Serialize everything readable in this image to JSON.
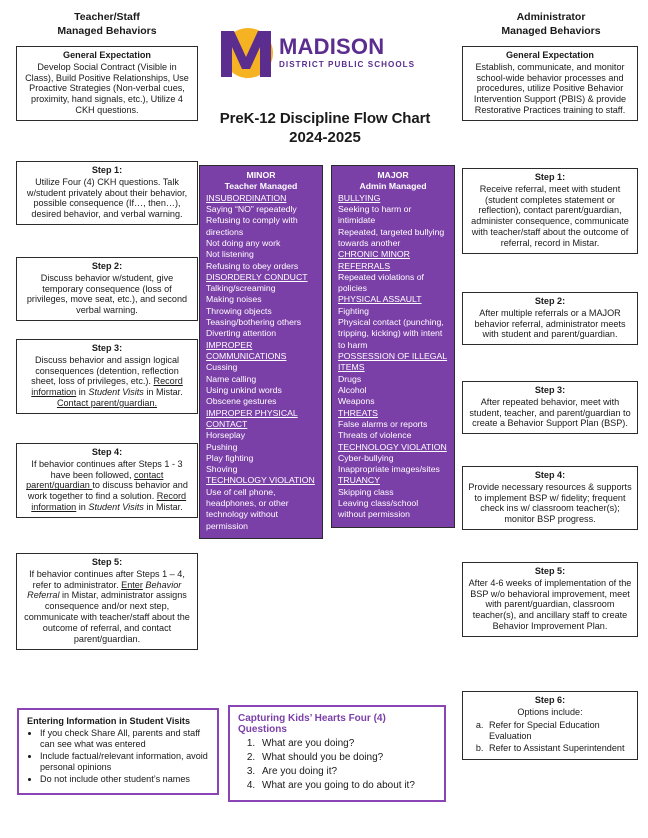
{
  "document": {
    "title_line1": "PreK-12 Discipline Flow Chart",
    "title_line2": "2024-2025",
    "logo": {
      "name": "MADISON",
      "subtitle": "DISTRICT PUBLIC SCHOOLS",
      "mark_icon": "madison-m-logo-icon",
      "purple": "#5B2D8E",
      "gold": "#F5B324"
    }
  },
  "colors": {
    "purple_fill": "#7B3FA8",
    "purple_border": "#8B44B5",
    "box_border": "#2b2b2b",
    "logo_purple": "#5B2D8E",
    "logo_gold": "#F5B324"
  },
  "left_column": {
    "heading_line1": "Teacher/Staff",
    "heading_line2": "Managed Behaviors",
    "general_expectation": {
      "title": "General Expectation",
      "body": "Develop Social Contract (Visible in Class), Build Positive Relationships, Use Proactive Strategies (Non-verbal cues, proximity, hand signals, etc.), Utilize 4 CKH questions."
    },
    "steps": [
      {
        "title": "Step 1:",
        "body": "Utilize Four (4) CKH questions. Talk w/student privately about their behavior, possible consequence (If…, then…), desired behavior, and verbal warning."
      },
      {
        "title": "Step 2:",
        "body": "Discuss behavior w/student, give temporary consequence (loss of privileges, move seat, etc.), and second verbal warning."
      },
      {
        "title": "Step 3:",
        "body": "Discuss behavior and assign logical consequences (detention, reflection sheet, loss of privileges, etc.). Record information in Student Visits in Mistar. Contact parent/guardian."
      },
      {
        "title": "Step 4:",
        "body": "If behavior continues after Steps 1 - 3 have been followed, contact parent/guardian to discuss behavior and work together to find a solution. Record information in Student Visits in Mistar."
      },
      {
        "title": "Step 5:",
        "body": "If behavior continues after Steps 1 – 4, refer to administrator. Enter Behavior Referral in Mistar, administrator assigns consequence and/or next step, communicate with teacher/staff about the outcome of referral, and contact parent/guardian."
      }
    ],
    "entering_info": {
      "title": "Entering Information in Student Visits",
      "bullets": [
        "If you check Share All, parents and staff can see what was entered",
        "Include factual/relevant information, avoid personal opinions",
        "Do not include other student’s names"
      ]
    }
  },
  "center_column": {
    "minor": {
      "title_line1": "MINOR",
      "title_line2": "Teacher Managed",
      "categories": [
        {
          "name": "INSUBORDINATION",
          "items": [
            "Saying “NO” repeatedly",
            "Refusing to comply with directions",
            "Not doing any work",
            "Not listening",
            "Refusing to obey orders"
          ]
        },
        {
          "name": "DISORDERLY CONDUCT",
          "items": [
            "Talking/screaming",
            "Making noises",
            "Throwing objects",
            "Teasing/bothering others",
            "Diverting attention"
          ]
        },
        {
          "name": "IMPROPER COMMUNICATIONS",
          "items": [
            "Cussing",
            "Name calling",
            "Using unkind words",
            "Obscene gestures"
          ]
        },
        {
          "name": "IMPROPER PHYSICAL CONTACT",
          "items": [
            "Horseplay",
            "Pushing",
            "Play fighting",
            "Shoving"
          ]
        },
        {
          "name": "TECHNOLOGY VIOLATION",
          "items": [
            "Use of cell phone, headphones, or other technology without permission"
          ]
        }
      ]
    },
    "major": {
      "title_line1": "MAJOR",
      "title_line2": "Admin Managed",
      "categories": [
        {
          "name": "BULLYING",
          "items": [
            "Seeking to harm or intimidate",
            "Repeated, targeted bullying towards another"
          ]
        },
        {
          "name": "CHRONIC MINOR REFERRALS",
          "items": [
            "Repeated violations of policies"
          ]
        },
        {
          "name": "PHYSICAL ASSAULT",
          "items": [
            "Fighting",
            "Physical contact (punching, tripping, kicking) with intent to harm"
          ]
        },
        {
          "name": "POSSESSION OF ILLEGAL ITEMS",
          "items": [
            "Drugs",
            "Alcohol",
            "Weapons"
          ]
        },
        {
          "name": "THREATS",
          "items": [
            "False alarms or reports",
            "Threats of violence"
          ]
        },
        {
          "name": "TECHNOLOGY VIOLATION",
          "items": [
            "Cyber-bullying",
            "Inappropriate images/sites"
          ]
        },
        {
          "name": "TRUANCY",
          "items": [
            "Skipping class",
            "Leaving class/school without permission"
          ]
        }
      ]
    },
    "ckh_questions": {
      "title": "Capturing Kids’ Hearts Four (4) Questions",
      "questions": [
        "What are you doing?",
        "What should you be doing?",
        "Are you doing it?",
        "What are you going to do about it?"
      ]
    }
  },
  "right_column": {
    "heading_line1": "Administrator",
    "heading_line2": "Managed Behaviors",
    "general_expectation": {
      "title": "General Expectation",
      "body": "Establish, communicate, and monitor school-wide behavior processes and procedures, utilize Positive Behavior Intervention Support (PBIS) & provide Restorative Practices training to staff."
    },
    "steps": [
      {
        "title": "Step 1:",
        "body": "Receive referral, meet with student (student completes statement or reflection), contact parent/guardian, administer consequence, communicate with teacher/staff about the outcome of referral, record in Mistar."
      },
      {
        "title": "Step 2:",
        "body": "After multiple referrals or a MAJOR behavior referral, administrator meets with student and parent/guardian."
      },
      {
        "title": "Step 3:",
        "body": "After repeated behavior, meet with student, teacher, and parent/guardian to create a Behavior Support Plan (BSP)."
      },
      {
        "title": "Step 4:",
        "body": "Provide necessary resources & supports to implement BSP w/ fidelity; frequent check ins w/ classroom teacher(s); monitor BSP progress."
      },
      {
        "title": "Step 5:",
        "body": "After 4-6 weeks of implementation of the BSP w/o behavioral improvement, meet with parent/guardian, classroom teacher(s), and ancillary staff to create Behavior Improvement Plan."
      },
      {
        "title": "Step 6:",
        "subtitle": "Options include:",
        "options": [
          "Refer for Special Education Evaluation",
          "Refer to Assistant Superintendent"
        ]
      }
    ]
  }
}
